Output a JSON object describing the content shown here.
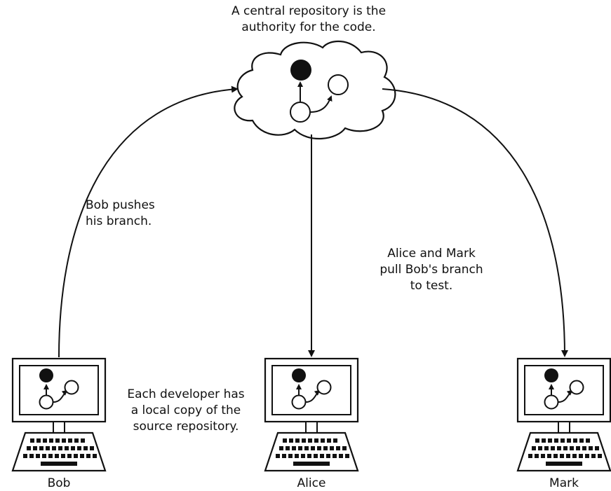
{
  "captions": {
    "central": "A central repository is the\nauthority for the code.",
    "push": "Bob pushes\nhis branch.",
    "pull": "Alice and Mark\npull Bob's branch\nto test.",
    "local": "Each developer has\na local copy of the\nsource repository."
  },
  "developers": {
    "bob": "Bob",
    "alice": "Alice",
    "mark": "Mark"
  }
}
